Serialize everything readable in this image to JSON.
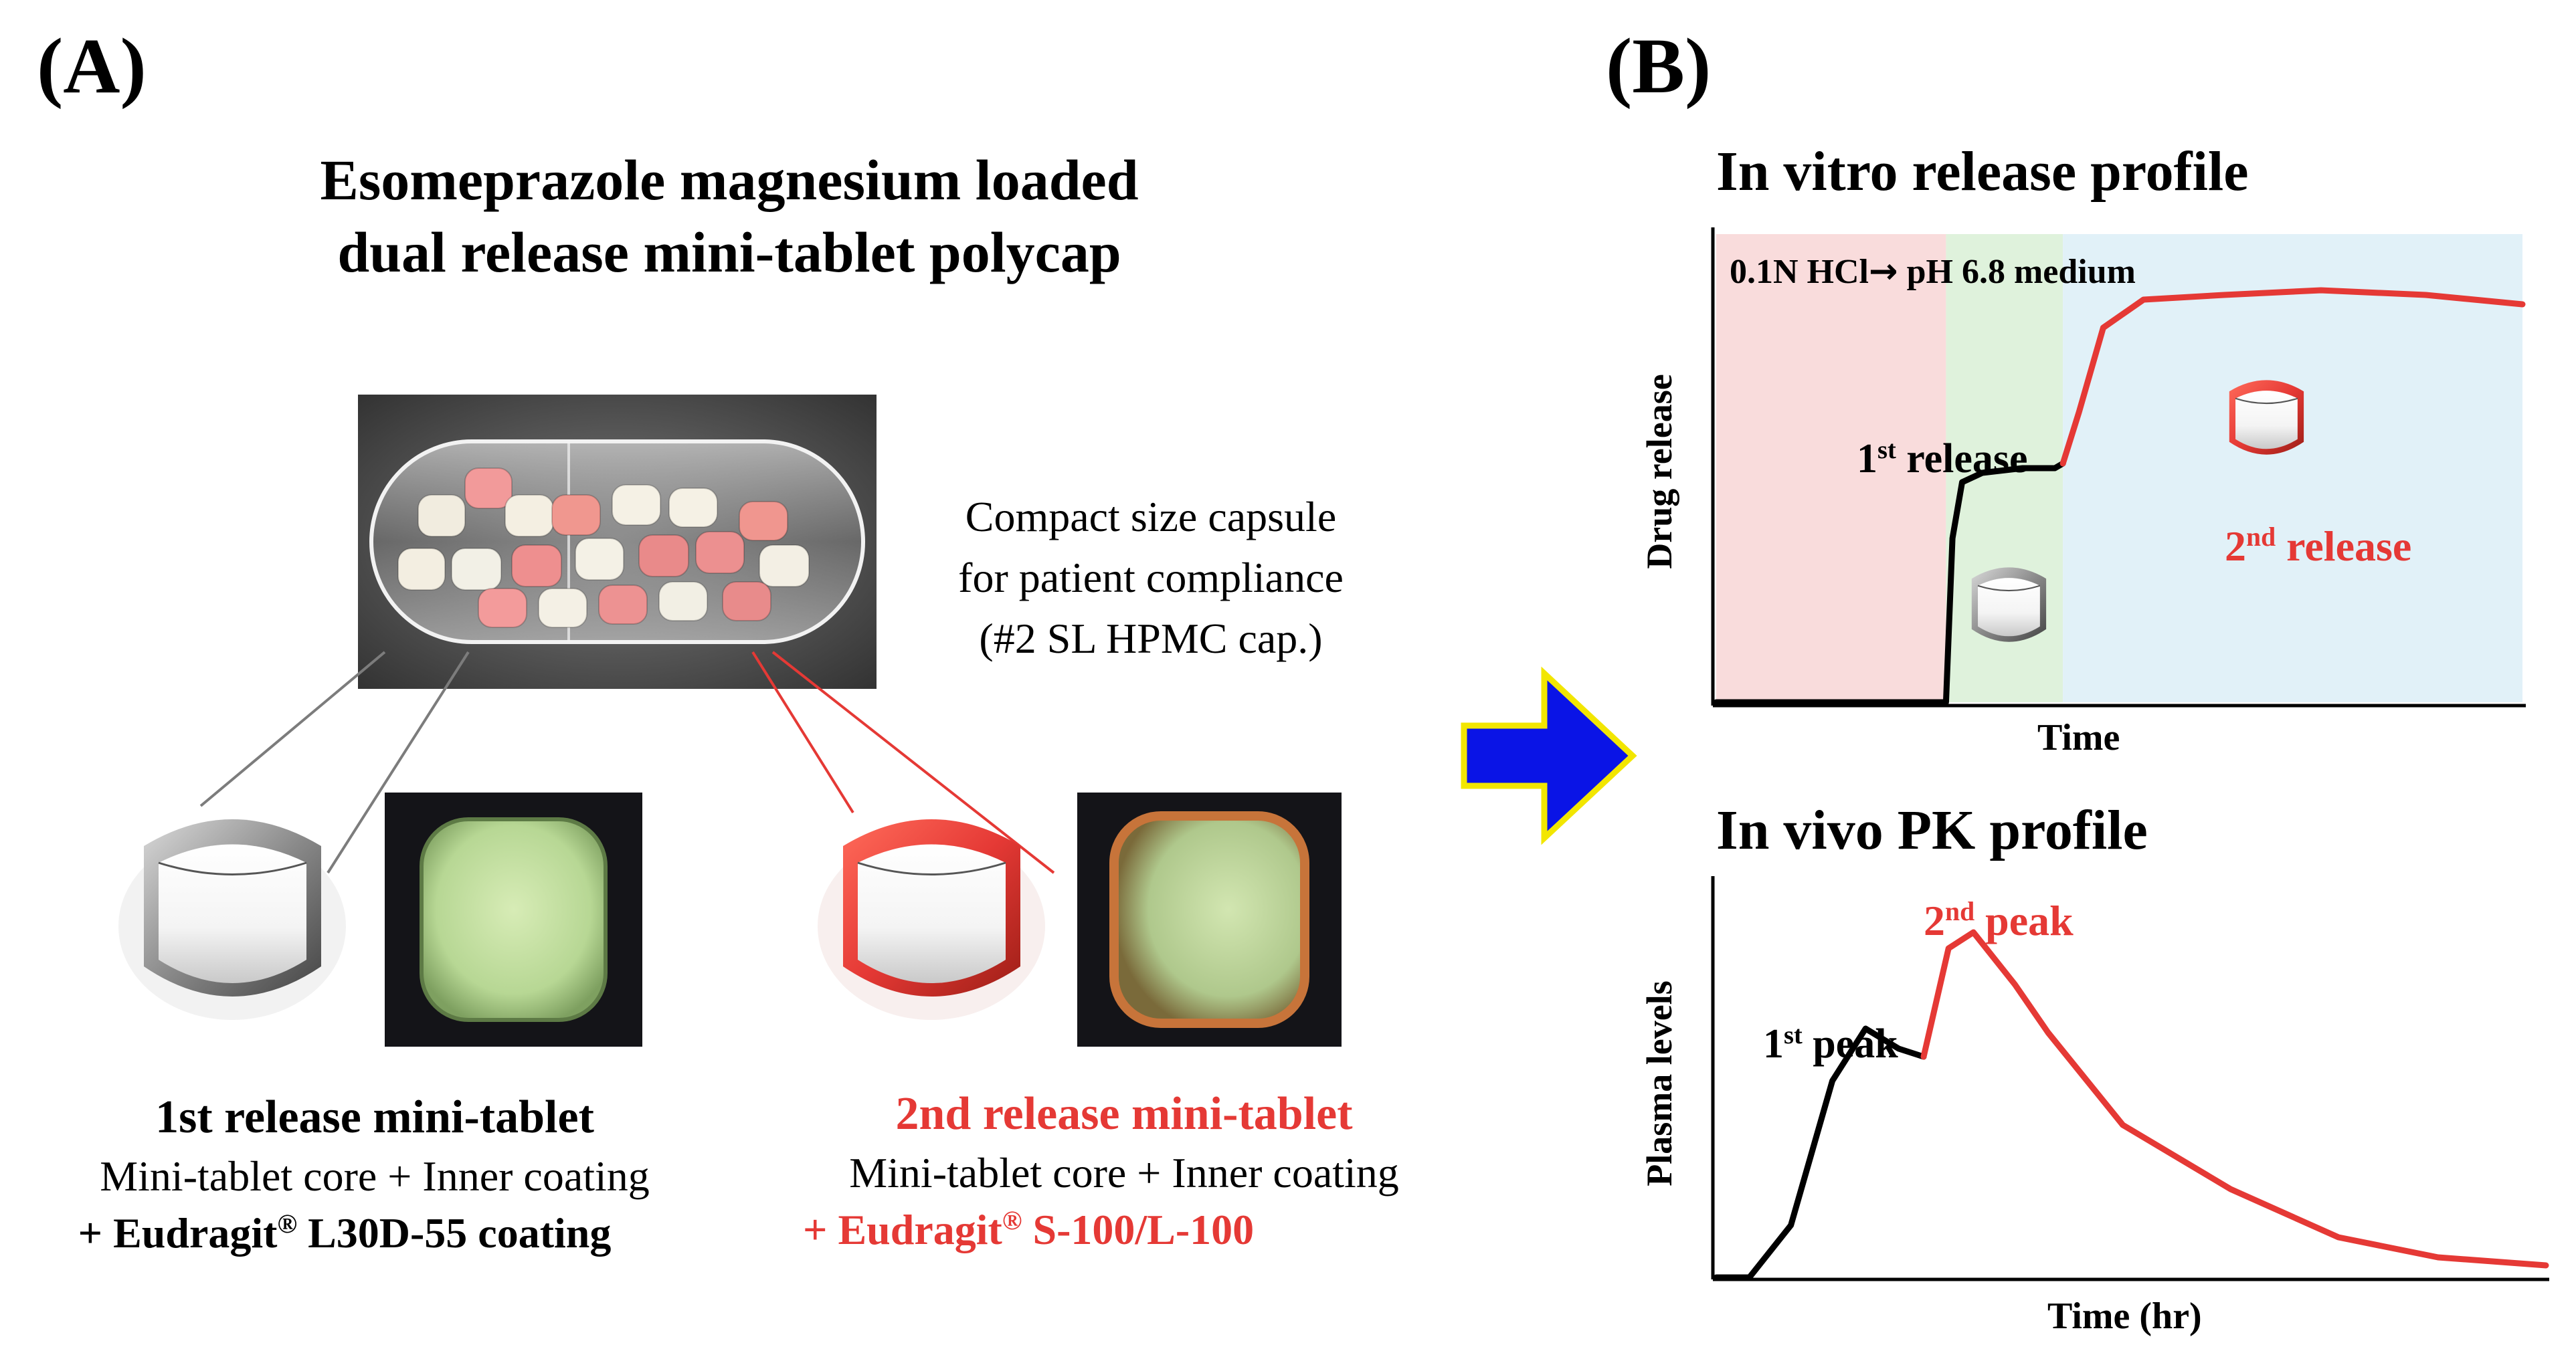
{
  "panel_a": {
    "label": "(A)",
    "title_line1": "Esomeprazole  magnesium loaded",
    "title_line2": "dual release  mini-tablet polycap",
    "capsule_note_line1": "Compact size capsule",
    "capsule_note_line2": "for patient compliance",
    "capsule_note_line3": "(#2 SL HPMC  cap.)",
    "first_tablet": {
      "title": "1st release mini-tablet",
      "line1": "Mini-tablet core + Inner coating",
      "line2_prefix": "+ Eudragit",
      "line2_reg": "®",
      "line2_suffix": " L30D-55 coating"
    },
    "second_tablet": {
      "title": "2nd release mini-tablet",
      "line1": "Mini-tablet core + Inner coating",
      "line2_prefix": "+ Eudragit",
      "line2_reg": "®",
      "line2_suffix": " S-100/L-100"
    }
  },
  "panel_b": {
    "label": "(B)",
    "invitro": {
      "title": "In vitro release profile",
      "phase_label_acid": "0.1N HCl",
      "phase_arrow": "→",
      "phase_label_buffer": " pH 6.8 medium",
      "ylabel": "Drug release",
      "xlabel": "Time",
      "first_release_num": "1",
      "first_release_sup": "st",
      "first_release_word": " release",
      "second_release_num": "2",
      "second_release_sup": "nd",
      "second_release_word": " release"
    },
    "invivo": {
      "title": "In vivo PK profile",
      "ylabel": "Plasma levels",
      "xlabel": "Time (hr)",
      "first_peak_num": "1",
      "first_peak_sup": "st",
      "first_peak_word": " peak",
      "second_peak_num": "2",
      "second_peak_sup": "nd",
      "second_peak_word": " peak"
    }
  },
  "colors": {
    "red": "#e53935",
    "acid_zone": "#f9dcdc",
    "buffer_zone_1": "#dff2dc",
    "buffer_zone_2": "#e1f1f8",
    "arrow_fill": "#0a14e6",
    "arrow_stroke": "#f2e600",
    "tablet_gray": "#8a8a8a",
    "powder_green": "#bcd89a"
  },
  "chart_data": [
    {
      "type": "line",
      "title": "In vitro release profile",
      "xlabel": "Time",
      "ylabel": "Drug release",
      "x_range": [
        0,
        100
      ],
      "y_range": [
        0,
        100
      ],
      "note": "",
      "zones": [
        {
          "label": "0.1N HCl",
          "x0": 0,
          "x1": 28.5,
          "color": "#f9dcdc"
        },
        {
          "label": "pH 6.8 medium",
          "x0": 28.5,
          "x1": 43,
          "color": "#dff2dc"
        },
        {
          "label": "pH 6.8 medium",
          "x0": 43,
          "x1": 100,
          "color": "#e1f1f8"
        }
      ],
      "series": [
        {
          "color": "#000000",
          "points": [
            [
              0,
              0
            ],
            [
              28.5,
              0
            ],
            [
              29.3,
              35
            ],
            [
              30.5,
              47
            ],
            [
              33,
              49
            ],
            [
              38,
              50
            ],
            [
              42,
              50
            ],
            [
              43,
              51
            ]
          ]
        },
        {
          "color": "#e53935",
          "points": [
            [
              43,
              51
            ],
            [
              45,
              62
            ],
            [
              48,
              80
            ],
            [
              53,
              86
            ],
            [
              63,
              87
            ],
            [
              75,
              88
            ],
            [
              88,
              87
            ],
            [
              100,
              85
            ]
          ]
        }
      ]
    },
    {
      "type": "line",
      "title": "In vivo PK profile",
      "xlabel": "Time (hr)",
      "ylabel": "Plasma levels",
      "x_range": [
        0,
        100
      ],
      "y_range": [
        0,
        100
      ],
      "series": [
        {
          "color": "#000000",
          "points": [
            [
              0,
              0
            ],
            [
              4,
              0
            ],
            [
              9,
              13
            ],
            [
              14,
              49
            ],
            [
              18,
              62
            ],
            [
              22,
              57
            ],
            [
              25,
              55
            ]
          ]
        },
        {
          "color": "#e53935",
          "points": [
            [
              25,
              55
            ],
            [
              28,
              82
            ],
            [
              31,
              86
            ],
            [
              36,
              73
            ],
            [
              40,
              61
            ],
            [
              49,
              38
            ],
            [
              62,
              22
            ],
            [
              75,
              10
            ],
            [
              87,
              5
            ],
            [
              100,
              3
            ]
          ]
        }
      ]
    }
  ]
}
